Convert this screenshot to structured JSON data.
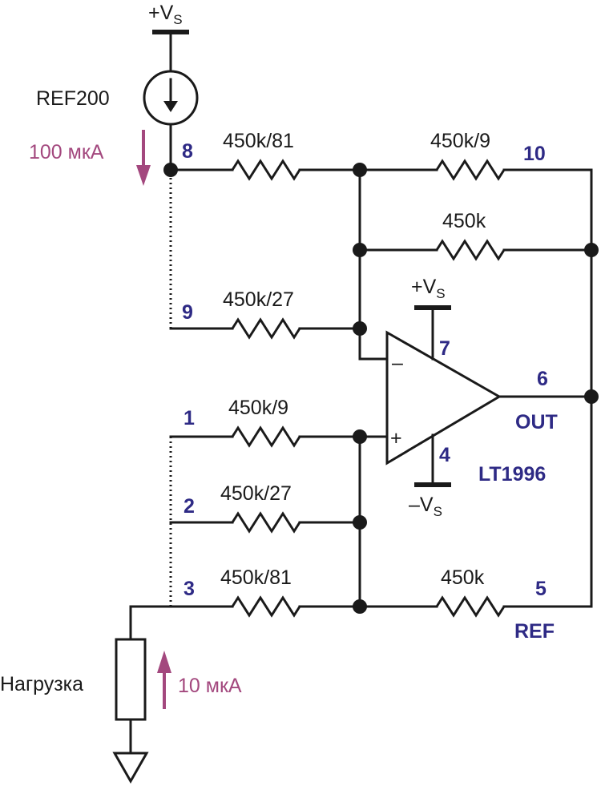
{
  "colors": {
    "wire": "#1a1a1a",
    "pin_label": "#2e2a85",
    "current_annotation": "#a3487e"
  },
  "supply": {
    "top": "+V",
    "top_sub": "S",
    "op_plus": "+V",
    "op_plus_sub": "S",
    "op_minus": "–V",
    "op_minus_sub": "S"
  },
  "source": {
    "name": "REF200",
    "icon": "current-source-icon"
  },
  "currents": {
    "source": "100 мкА",
    "load": "10 мкА"
  },
  "load": {
    "name": "Нагрузка"
  },
  "resistors": {
    "r8": "450k/81",
    "r10": "450k/9",
    "rfb": "450k",
    "r9": "450k/27",
    "r1": "450k/9",
    "r2": "450k/27",
    "r3": "450k/81",
    "rref": "450k"
  },
  "pins": {
    "p8": "8",
    "p9": "9",
    "p10": "10",
    "p1": "1",
    "p2": "2",
    "p3": "3",
    "p4": "4",
    "p5": "5",
    "p6": "6",
    "p7": "7",
    "out": "OUT",
    "ref": "REF"
  },
  "opamp": {
    "part": "LT1996",
    "inv": "–",
    "noninv": "+"
  }
}
